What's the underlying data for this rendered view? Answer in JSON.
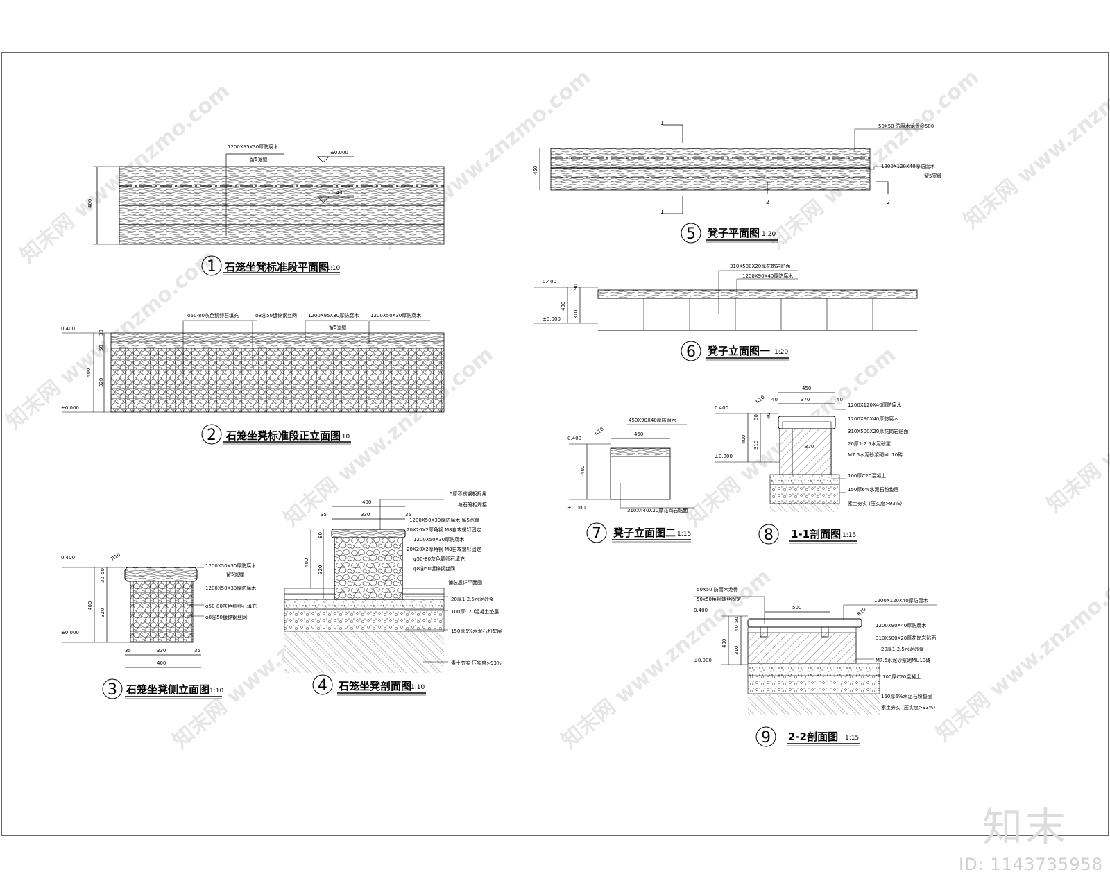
{
  "watermark": "www.znzmo.com",
  "watermark_cn": "知末网",
  "brand": "知末",
  "image_id": "ID: 1143735958",
  "drawings": [
    {
      "num": "1",
      "title": "石笼坐凳标准段平面图",
      "scale": "1:10",
      "notes": [
        "1200X95X30厚防腐木",
        "留5宽缝"
      ],
      "levels": [
        "±0.000",
        "0.400"
      ],
      "dims": [
        "400"
      ]
    },
    {
      "num": "2",
      "title": "石笼坐凳标准段正立面图",
      "scale": "1:10",
      "notes": [
        "φ50-80灰色鹅卵石填充",
        "φ8@50镀锌钢丝网",
        "1200X95X30厚防腐木",
        "1200X50X30厚防腐木",
        "留5宽缝"
      ],
      "levels": [
        "0.400",
        "±0.000"
      ],
      "dims": [
        "30",
        "50",
        "400",
        "320"
      ]
    },
    {
      "num": "3",
      "title": "石笼坐凳侧立面图",
      "scale": "1:10",
      "notes": [
        "1200X50X30厚防腐木",
        "留5宽缝",
        "1200X50X30厚防腐木",
        "φ50-80灰色鹅卵石填充",
        "φ8@50镀锌钢丝网"
      ],
      "levels": [
        "0.400",
        "±0.000"
      ],
      "dims": [
        "R10",
        "50",
        "30",
        "400",
        "320",
        "35",
        "330",
        "35",
        "400"
      ]
    },
    {
      "num": "4",
      "title": "石笼坐凳剖面图",
      "scale": "1:10",
      "notes": [
        "5厚不锈钢板折角",
        "与石笼相焊接",
        "1200X50X30厚防腐木  留5宽缝",
        "20X20X2厚角钢  M8自攻螺钉固定",
        "1200X50X30厚防腐木",
        "20X20X2厚角钢  M8自攻螺钉固定",
        "φ50-80灰色鹅卵石填充",
        "φ8@50镀锌钢丝网",
        "铺装层详平面图",
        "20厚1:2.5水泥砂浆",
        "100厚C20混凝土垫层",
        "150厚6%水泥石粉垫层",
        "素土夯实  压实度>93%"
      ],
      "dims": [
        "400",
        "35",
        "330",
        "35",
        "80",
        "400",
        "320"
      ]
    },
    {
      "num": "5",
      "title": "凳子平面图",
      "scale": "1:20",
      "notes": [
        "50X50  防腐木龙骨@500",
        "1200X120X40厚防腐木",
        "留5宽缝"
      ],
      "dims": [
        "450"
      ],
      "cuts": [
        "1",
        "1",
        "2",
        "2"
      ]
    },
    {
      "num": "6",
      "title": "凳子立面图一",
      "scale": "1:20",
      "notes": [
        "310X500X20厚花岗岩贴面",
        "1200X90X40厚防腐木"
      ],
      "levels": [
        "0.400",
        "±0.000"
      ],
      "dims": [
        "90",
        "400",
        "310"
      ]
    },
    {
      "num": "7",
      "title": "凳子立面图二",
      "scale": "1:15",
      "notes": [
        "450X90X40厚防腐木",
        "310X440X20厚花岗岩贴面"
      ],
      "levels": [
        "0.400",
        "±0.000"
      ],
      "dims": [
        "R10",
        "450",
        "400"
      ]
    },
    {
      "num": "8",
      "title": "1-1剖面图",
      "scale": "1:15",
      "notes": [
        "1200X120X40厚防腐木",
        "1200X90X40厚防腐木",
        "310X500X20厚花岗岩贴面",
        "20厚1:2.5水泥砂浆",
        "M7.5水泥砂浆砌MU10砖",
        "100厚C20混凝土",
        "150厚6%水泥石粉垫层",
        "素土夯实  (压实度>93%)"
      ],
      "levels": [
        "0.400",
        "±0.000"
      ],
      "dims": [
        "450",
        "R10",
        "40",
        "370",
        "40",
        "50",
        "40",
        "400",
        "310",
        "370"
      ]
    },
    {
      "num": "9",
      "title": "2-2剖面图",
      "scale": "1:15",
      "notes": [
        "50X50  防腐木龙骨",
        "50x50角钢螺丝固定",
        "1200X120X40厚防腐木",
        "1200X90X40厚防腐木",
        "310X500X20厚花岗岩贴面",
        "20厚1:2.5水泥砂浆",
        "M7.5水泥砂浆砌MU10砖",
        "100厚C20混凝土",
        "150厚6%水泥石粉垫层",
        "素土夯实  (压实度>93%)"
      ],
      "levels": [
        "0.400",
        "±0.000"
      ],
      "dims": [
        "500",
        "R10",
        "50",
        "40",
        "400",
        "310"
      ]
    }
  ]
}
